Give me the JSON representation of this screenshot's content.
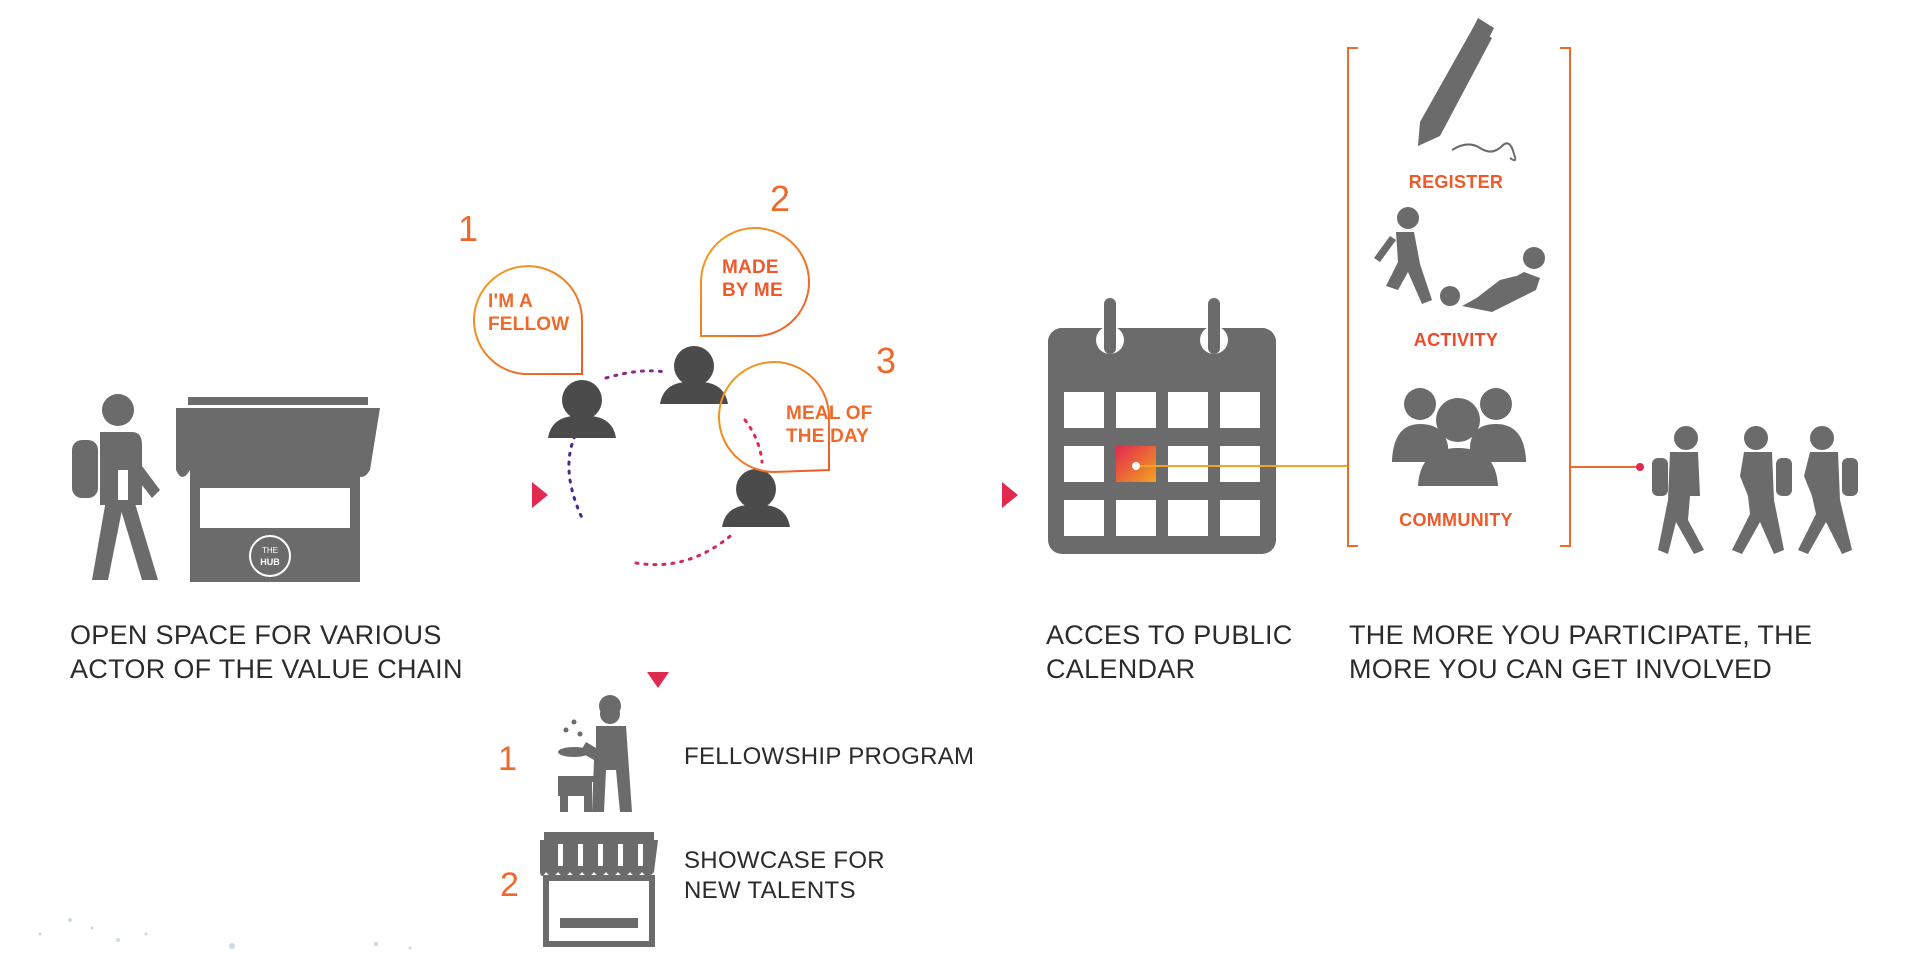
{
  "steps": {
    "open_space": {
      "lines": [
        "OPEN SPACE FOR VARIOUS",
        "ACTOR OF THE VALUE CHAIN"
      ]
    },
    "calendar": {
      "lines": [
        "ACCES TO PUBLIC",
        "CALENDAR"
      ]
    },
    "participate": {
      "lines": [
        "THE MORE YOU PARTICIPATE, THE",
        "MORE YOU CAN GET INVOLVED"
      ]
    }
  },
  "hub_logo": {
    "lines": [
      "THE",
      "HUB"
    ]
  },
  "bubbles": [
    {
      "number": "1",
      "lines": [
        "I'M A",
        "FELLOW"
      ]
    },
    {
      "number": "2",
      "lines": [
        "MADE",
        "BY ME"
      ]
    },
    {
      "number": "3",
      "lines": [
        "MEAL OF",
        "THE DAY"
      ]
    }
  ],
  "levels": [
    {
      "label": "REGISTER",
      "icon": "pen-icon"
    },
    {
      "label": "ACTIVITY",
      "icon": "running-sliding-icon"
    },
    {
      "label": "COMMUNITY",
      "icon": "group-icon"
    }
  ],
  "programs": [
    {
      "number": "1",
      "lines": [
        "FELLOWSHIP PROGRAM"
      ],
      "icon": "chef-icon"
    },
    {
      "number": "2",
      "lines": [
        "SHOWCASE FOR",
        "NEW TALENTS"
      ],
      "icon": "stall-icon"
    }
  ],
  "colors": {
    "orange": "#ee6a2a",
    "yellow": "#f2a31f",
    "red": "#e2294f",
    "purple": "#6a2a8c",
    "gray": "#6b6b6b",
    "text": "#2b2b2b"
  }
}
